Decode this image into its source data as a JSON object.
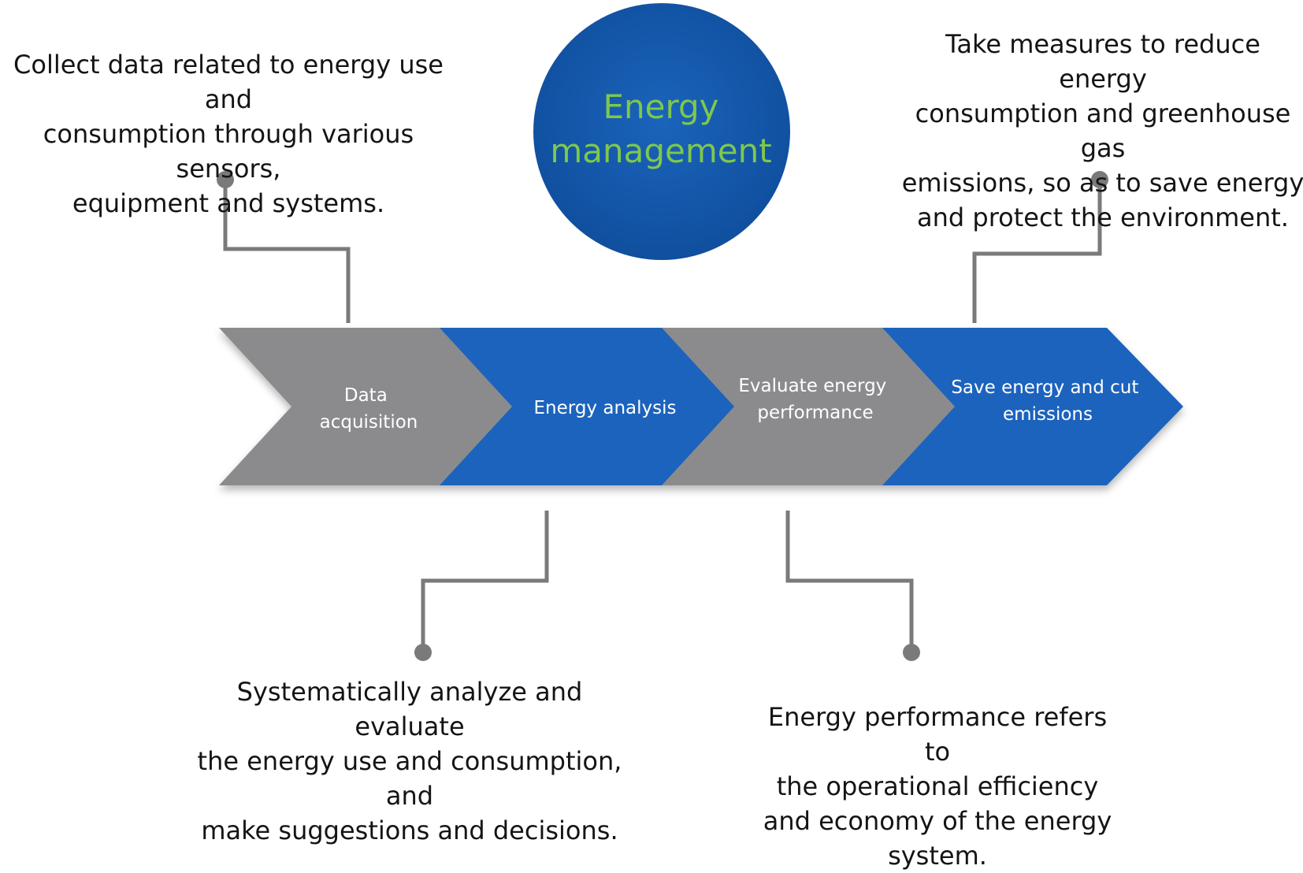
{
  "title": "Energy\nmanagement",
  "steps": [
    {
      "lines": [
        "Data",
        "acquisition"
      ]
    },
    {
      "lines": [
        "Energy analysis"
      ]
    },
    {
      "lines": [
        "Evaluate energy",
        "performance"
      ]
    },
    {
      "lines": [
        "Save energy and cut",
        "emissions"
      ]
    }
  ],
  "descriptions": {
    "collect": "Collect data related to energy use and\nconsumption through various sensors,\nequipment and systems.",
    "measures": "Take measures to reduce energy\nconsumption and greenhouse gas\nemissions, so as to save energy\nand protect the environment.",
    "analyze": "Systematically analyze and evaluate\nthe energy use and consumption, and\nmake suggestions and decisions.",
    "performance": "Energy performance refers to\nthe operational efficiency\nand economy of the energy\nsystem."
  },
  "colors": {
    "grey_step": "#8b8b8d",
    "blue_step": "#1a63bd",
    "circle": "#1358ad",
    "title_text": "#7ec84c",
    "connector": "#7a7a7a",
    "text": "#141414"
  }
}
